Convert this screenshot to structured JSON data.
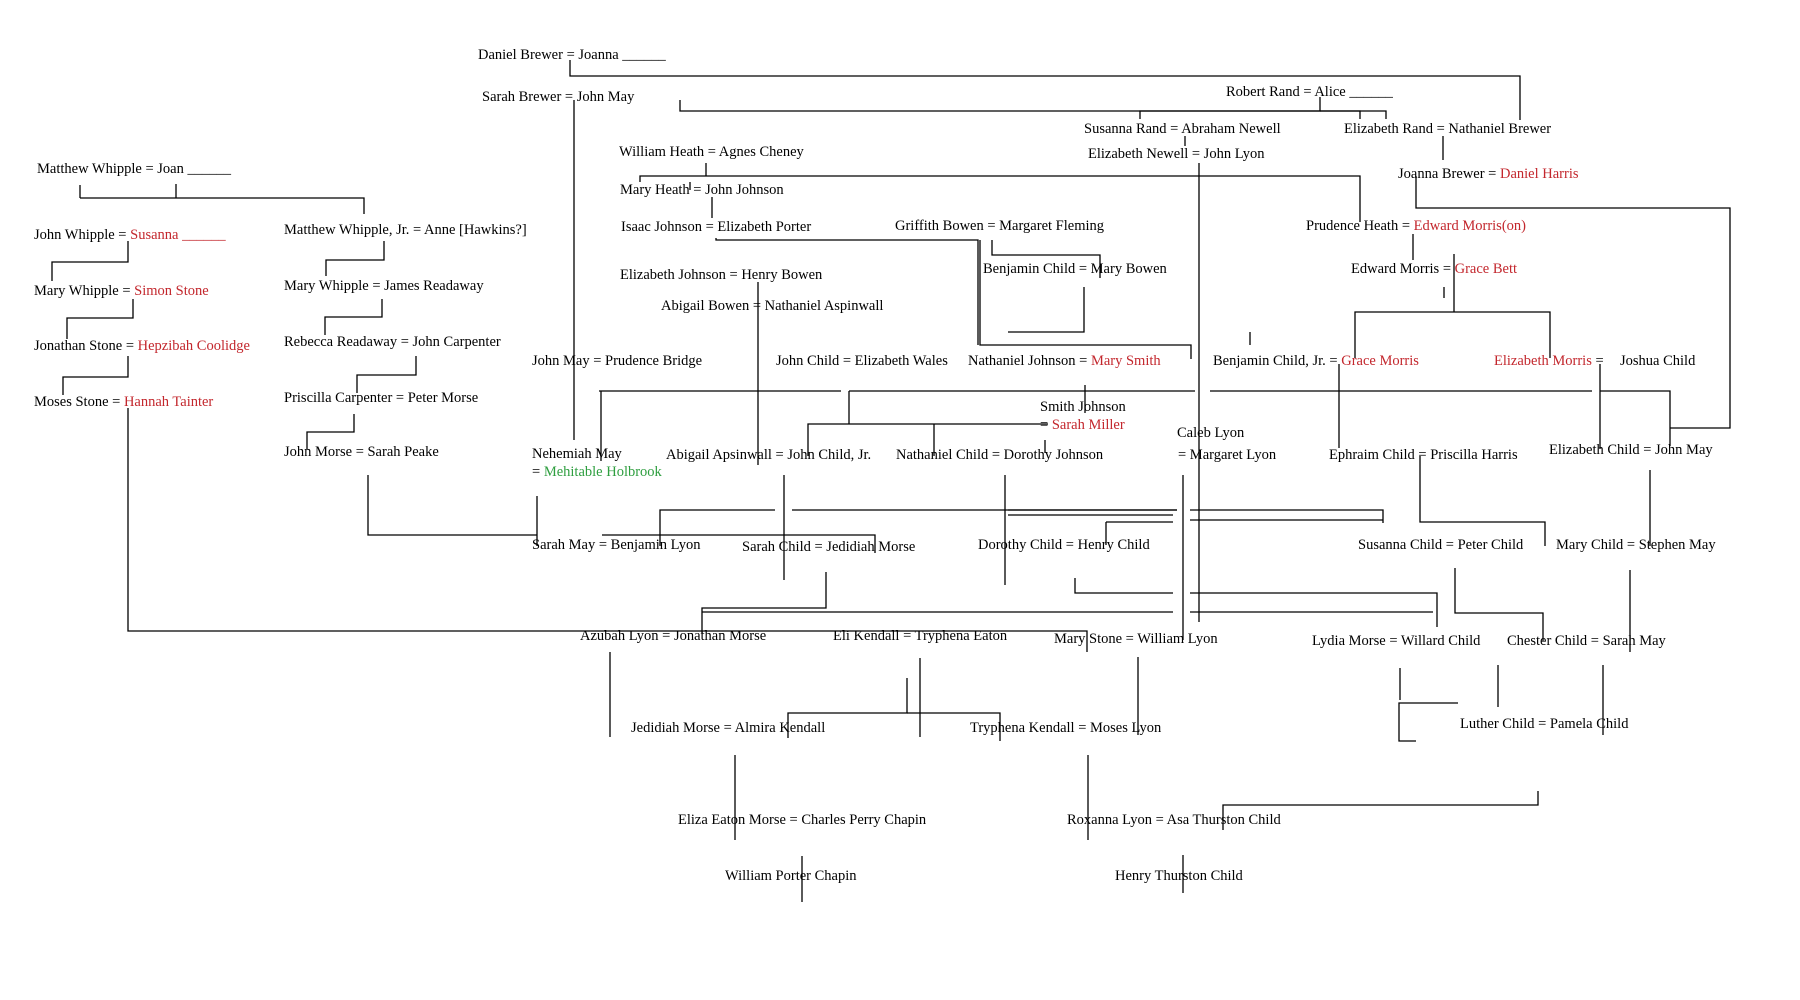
{
  "colors": {
    "line": "#000000",
    "text": "#000000",
    "highlight_red": "#c3272d",
    "highlight_green": "#2e9e3f"
  },
  "couples": [
    {
      "id": "c01",
      "text": "Daniel Brewer = Joanna ______"
    },
    {
      "id": "c02",
      "text": "Sarah Brewer = John May"
    },
    {
      "id": "c03",
      "text": "Robert Rand = Alice ______"
    },
    {
      "id": "c04",
      "text": "Susanna Rand = Abraham Newell"
    },
    {
      "id": "c05",
      "text": "Elizabeth Rand = Nathaniel Brewer"
    },
    {
      "id": "c06",
      "text": "Elizabeth Newell = John Lyon"
    },
    {
      "id": "c07",
      "prefix": "Joanna Brewer = ",
      "red": "Daniel Harris"
    },
    {
      "id": "c08",
      "text": "William Heath = Agnes Cheney"
    },
    {
      "id": "c09",
      "text": "Mary Heath = John Johnson"
    },
    {
      "id": "c10",
      "text": "Matthew Whipple = Joan ______"
    },
    {
      "id": "c11",
      "prefix": "John Whipple = ",
      "red": "Susanna ______"
    },
    {
      "id": "c12",
      "text": "Matthew Whipple, Jr. = Anne [Hawkins?]"
    },
    {
      "id": "c13",
      "text": "Isaac Johnson = Elizabeth Porter"
    },
    {
      "id": "c14",
      "text": "Griffith Bowen = Margaret Fleming"
    },
    {
      "id": "c15",
      "prefix": "Prudence Heath = ",
      "red": "Edward Morris(on)"
    },
    {
      "id": "c16",
      "text": "Benjamin Child = Mary Bowen"
    },
    {
      "id": "c17",
      "text": "Elizabeth Johnson = Henry Bowen"
    },
    {
      "id": "c18",
      "prefix": "Edward Morris = ",
      "red": "Grace Bett"
    },
    {
      "id": "c19",
      "prefix": "Mary Whipple = ",
      "red": "Simon Stone"
    },
    {
      "id": "c20",
      "text": "Mary Whipple = James Readaway"
    },
    {
      "id": "c21",
      "text": "Abigail Bowen = Nathaniel Aspinwall"
    },
    {
      "id": "c22",
      "prefix": "Jonathan Stone = ",
      "red": "Hepzibah Coolidge"
    },
    {
      "id": "c23",
      "text": "Rebecca Readaway = John Carpenter"
    },
    {
      "id": "c24",
      "text": "John May = Prudence Bridge"
    },
    {
      "id": "c25",
      "text": "John Child = Elizabeth Wales"
    },
    {
      "id": "c26",
      "prefix": "Nathaniel Johnson = ",
      "red": "Mary Smith"
    },
    {
      "id": "c27",
      "prefix": "Benjamin Child, Jr. = ",
      "red": "Grace Morris"
    },
    {
      "id": "c28",
      "red": "Elizabeth Morris",
      "suffix": " ="
    },
    {
      "id": "c29",
      "text": "Joshua Child"
    },
    {
      "id": "c30",
      "prefix": "Moses Stone = ",
      "red": "Hannah Tainter"
    },
    {
      "id": "c31",
      "text": "Priscilla Carpenter = Peter Morse"
    },
    {
      "id": "c32",
      "text": "Smith Johnson"
    },
    {
      "id": "c33",
      "prefix": "= ",
      "red": "Sarah Miller"
    },
    {
      "id": "c34",
      "text": "Caleb Lyon"
    },
    {
      "id": "c35",
      "text": "= Margaret Lyon"
    },
    {
      "id": "c36",
      "text": "John Morse = Sarah Peake"
    },
    {
      "id": "c37",
      "text": "Nehemiah May"
    },
    {
      "id": "c38",
      "prefix": "= ",
      "green": "Mehitable Holbrook"
    },
    {
      "id": "c39",
      "text": "Abigail Apsinwall = John Child, Jr."
    },
    {
      "id": "c40",
      "text": "Nathaniel Child  =  Dorothy Johnson"
    },
    {
      "id": "c41",
      "text": "Ephraim Child = Priscilla Harris"
    },
    {
      "id": "c42",
      "text": "Elizabeth Child = John May"
    },
    {
      "id": "c43",
      "text": "Sarah May = Benjamin Lyon"
    },
    {
      "id": "c44",
      "text": "Sarah Child  =  Jedidiah Morse"
    },
    {
      "id": "c45",
      "text": "Dorothy Child = Henry Child"
    },
    {
      "id": "c46",
      "text": "Susanna Child = Peter Child"
    },
    {
      "id": "c47",
      "text": "Mary Child = Stephen May"
    },
    {
      "id": "c48",
      "text": "Azubah Lyon = Jonathan Morse"
    },
    {
      "id": "c49",
      "text": "Eli Kendall = Tryphena Eaton"
    },
    {
      "id": "c50",
      "text": "Mary Stone =  William Lyon"
    },
    {
      "id": "c51",
      "text": "Lydia Morse = Willard Child"
    },
    {
      "id": "c52",
      "text": "Chester Child = Sarah May"
    },
    {
      "id": "c53",
      "text": "Luther Child = Pamela Child"
    },
    {
      "id": "c54",
      "text": "Jedidiah Morse  = Almira Kendall"
    },
    {
      "id": "c55",
      "text": "Tryphena Kendall = Moses Lyon"
    },
    {
      "id": "c56",
      "text": "Eliza Eaton Morse = Charles Perry Chapin"
    },
    {
      "id": "c57",
      "text": "Roxanna Lyon = Asa Thurston Child"
    },
    {
      "id": "c58",
      "text": "William Porter Chapin"
    },
    {
      "id": "c59",
      "text": "Henry Thurston Child"
    }
  ]
}
